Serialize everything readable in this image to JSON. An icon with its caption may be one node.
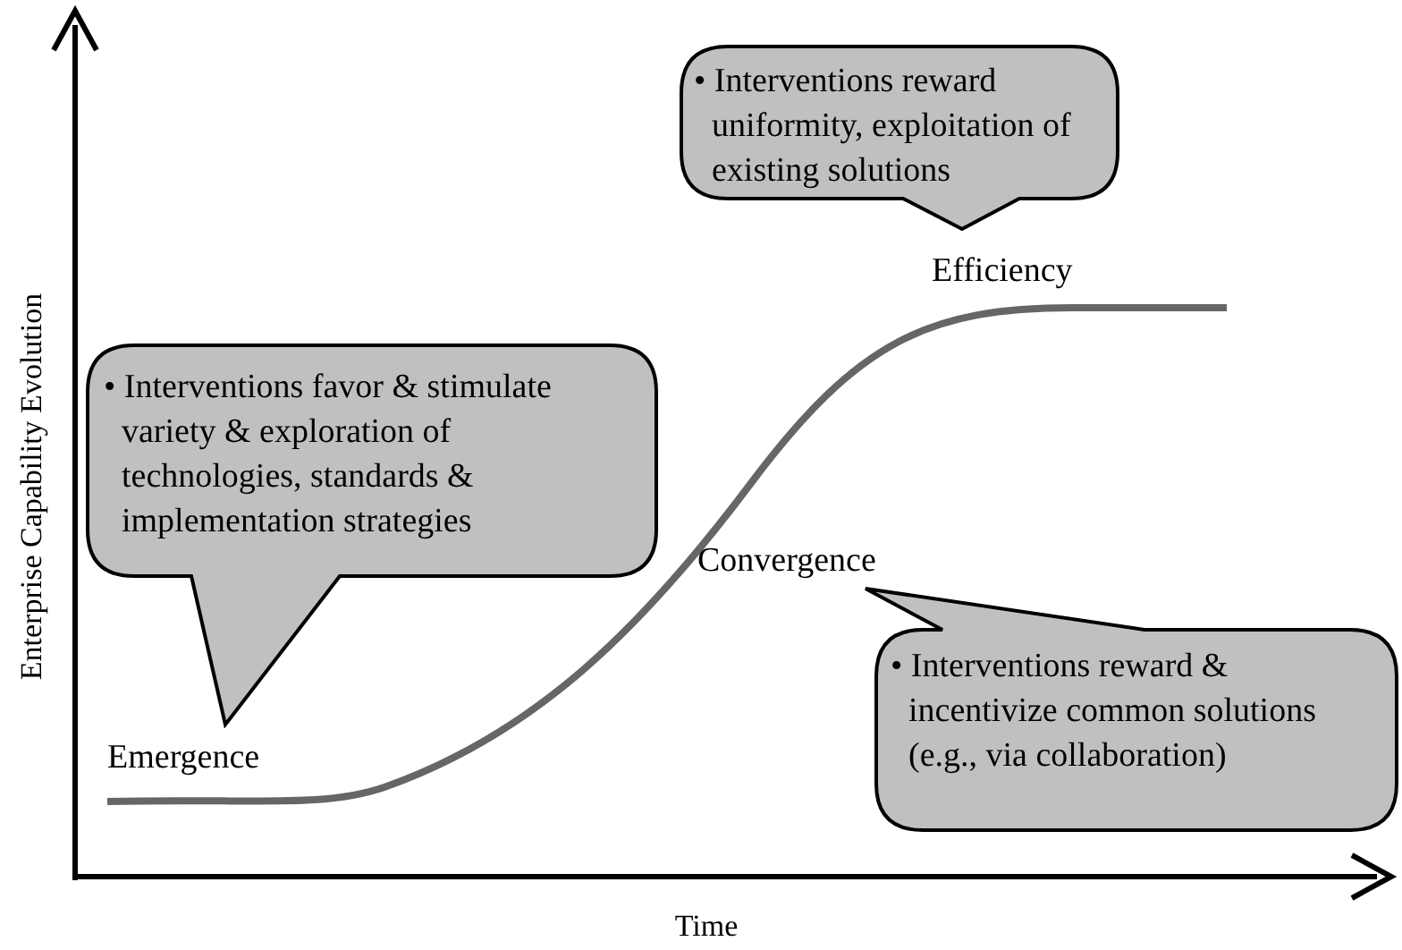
{
  "diagram": {
    "nodes": [
      {
        "text": [
          "• Interventions favor & stimulate variety & exploration of technologies, standards & implementation strategies"
        ]
      },
      {
        "text": [
          "• Interventions reward uniformity, exploitation of existing solutions"
        ]
      },
      {
        "text": [
          "• Interventions reward & incentivize common solutions (e.g., via collaboration)"
        ]
      }
    ],
    "labels": [
      "Enterprise Capability Evolution",
      "Time",
      "Emergence",
      "Convergence",
      "Efficiency"
    ]
  }
}
